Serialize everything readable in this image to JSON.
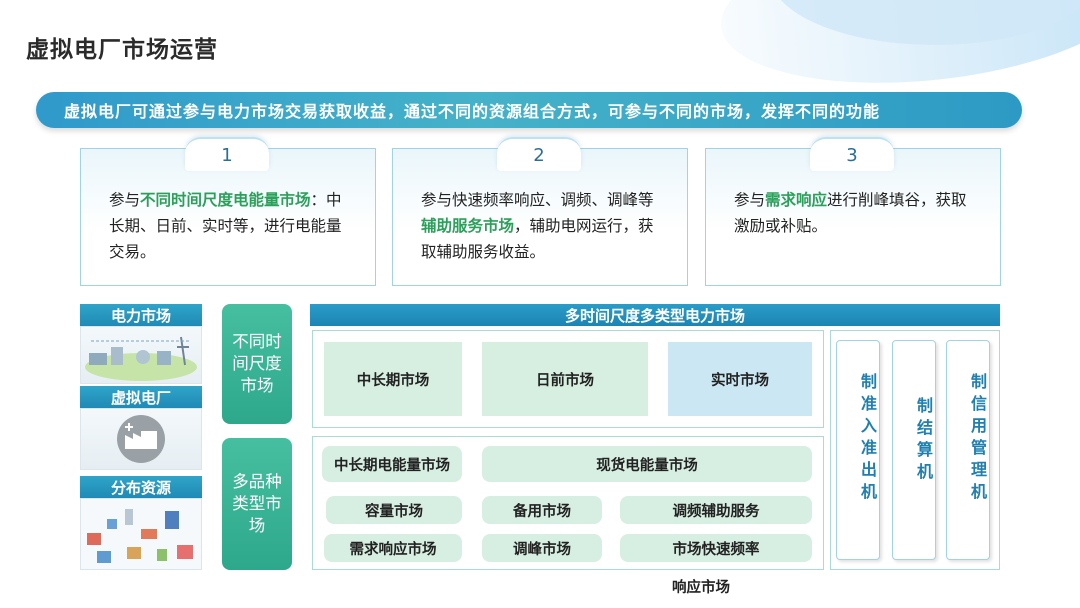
{
  "page": {
    "title": "虚拟电厂市场运营"
  },
  "banner": {
    "text": "虚拟电厂可通过参与电力市场交易获取收益，通过不同的资源组合方式，可参与不同的市场，发挥不同的功能"
  },
  "cards": [
    {
      "number": "1",
      "pre": "参与",
      "highlight": "不同时间尺度电能量市场",
      "post": "：中长期、日前、实时等，进行电能量交易。"
    },
    {
      "number": "2",
      "pre": "参与快速频率响应、调频、调峰等",
      "highlight": "辅助服务市场",
      "post": "，辅助电网运行，获取辅助服务收益。"
    },
    {
      "number": "3",
      "pre": "参与",
      "highlight": "需求响应",
      "post": "进行削峰填谷，获取激励或补贴。"
    }
  ],
  "left": {
    "power_market": "电力市场",
    "vpp": "虚拟电厂",
    "distributed": "分布资源"
  },
  "categories": {
    "time_scale": "不同时间尺度市场",
    "multi_type": "多品种类型市场"
  },
  "markets": {
    "header": "多时间尺度多类型电力市场",
    "time_row": [
      "中长期市场",
      "日前市场",
      "实时市场"
    ],
    "types": {
      "mid_long_energy": "中长期电能量市场",
      "spot_energy": "现货电能量市场",
      "capacity": "容量市场",
      "reserve": "备用市场",
      "freq_aux": "调频辅助服务",
      "demand_response": "需求响应市场",
      "peak": "调峰市场",
      "fast_freq": "市场快速频率"
    },
    "footnote": "响应市场"
  },
  "mechanisms": [
    "制准入准出机",
    "制结算机",
    "制信用管理机"
  ],
  "colors": {
    "accent_blue": "#2a9dc9",
    "accent_green": "#2ea88b",
    "highlight": "#2ba05a"
  }
}
